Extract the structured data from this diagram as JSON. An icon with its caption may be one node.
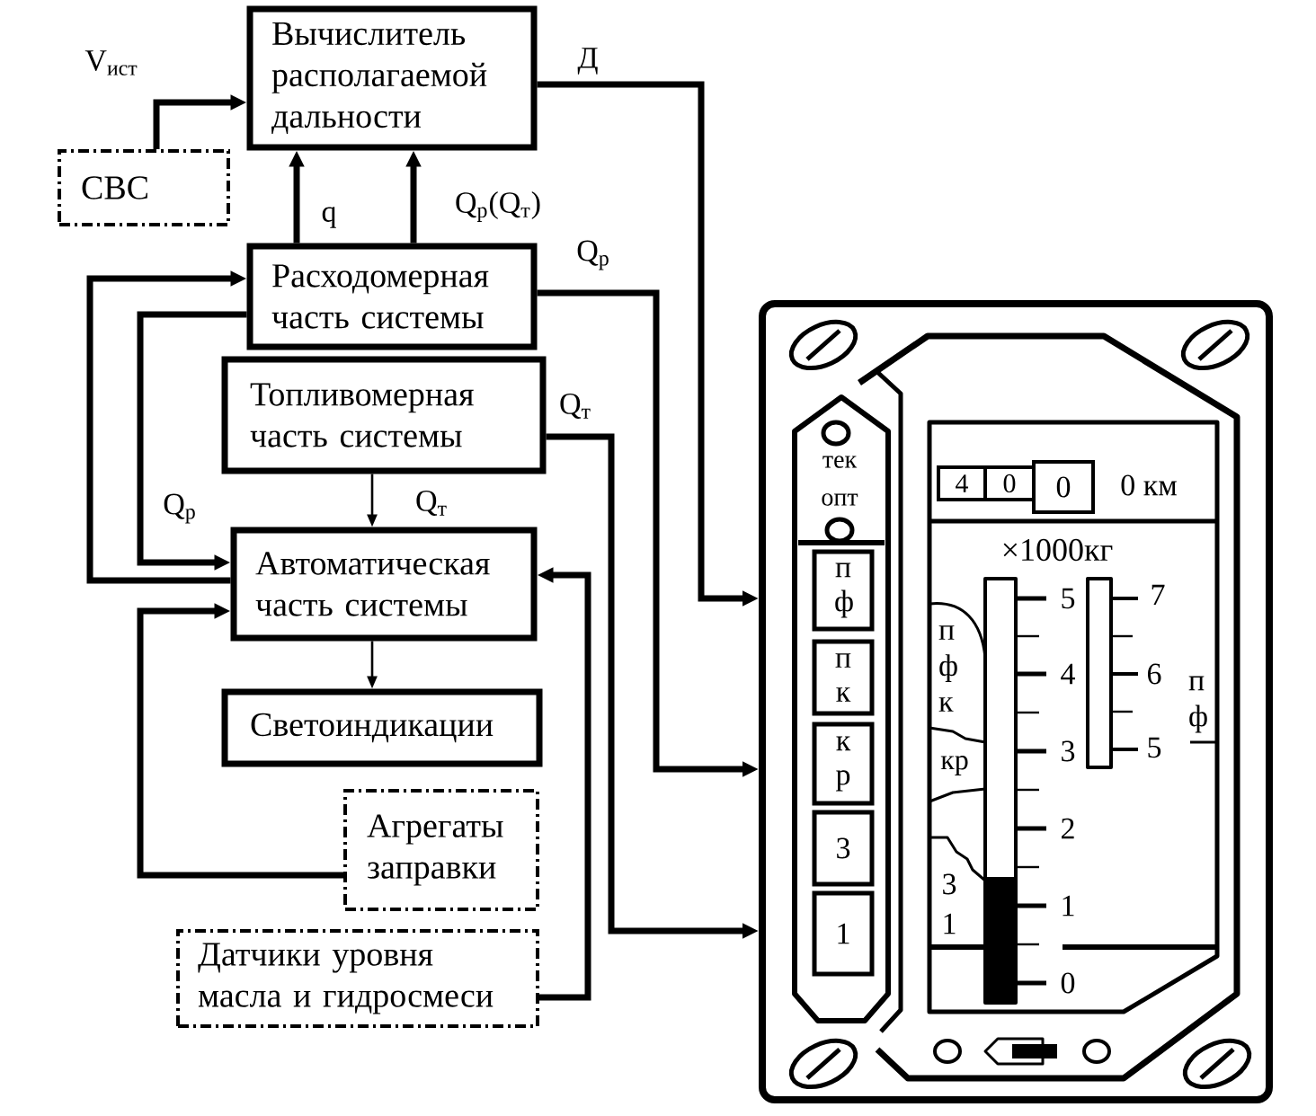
{
  "diagram": {
    "nodes": [
      {
        "text": [
          "Вычислитель располагаемой дальности"
        ]
      },
      {
        "text": [
          "СВС"
        ]
      },
      {
        "text": [
          "Расходомерная часть системы"
        ]
      },
      {
        "text": [
          "Топливомерная часть системы"
        ]
      },
      {
        "text": [
          "Автоматическая часть системы"
        ]
      },
      {
        "text": [
          "Светоиндикации"
        ]
      },
      {
        "text": [
          "Агрегаты заправки"
        ]
      },
      {
        "text": [
          "Датчики уровня масла и гидросмеси"
        ]
      },
      {
        "text": [],
        "shape": "picture"
      },
      {
        "text": [
          "4"
        ],
        "in": 8
      },
      {
        "text": [
          "0"
        ],
        "in": 8
      },
      {
        "text": [
          "0"
        ],
        "in": 8
      },
      {
        "text": [
          "п ф"
        ],
        "in": 8
      },
      {
        "text": [
          "п к"
        ],
        "in": 8
      },
      {
        "text": [
          "к р"
        ],
        "in": 8
      },
      {
        "text": [
          "3"
        ],
        "in": 8
      },
      {
        "text": [
          "1"
        ],
        "in": 8
      }
    ],
    "edges": [
      {
        "from": 1,
        "to": 0,
        "arrow": "to",
        "label": "V$_{ист}$"
      },
      {
        "from": 2,
        "to": 0,
        "arrow": "to",
        "label": "q"
      },
      {
        "from": 2,
        "to": 0,
        "arrow": "to",
        "label": "Q$_{р}$(Q$_{т}$)"
      },
      {
        "from": 0,
        "to": 8,
        "arrow": "to",
        "label": "Д"
      },
      {
        "from": 4,
        "to": 2,
        "arrow": "to"
      },
      {
        "from": 2,
        "to": 4,
        "arrow": "to",
        "label": "Q$_{р}$"
      },
      {
        "from": 2,
        "to": 8,
        "arrow": "to",
        "label": "Q$_{р}$"
      },
      {
        "from": 3,
        "to": 8,
        "arrow": "to",
        "label": "Q$_{т}$"
      },
      {
        "from": 3,
        "to": 4,
        "arrow": "to",
        "label": "Q$_{т}$"
      },
      {
        "from": 4,
        "to": 5,
        "arrow": "to"
      },
      {
        "from": 6,
        "to": 4,
        "arrow": "to"
      },
      {
        "from": 7,
        "to": 4,
        "arrow": "to"
      }
    ],
    "labels": [
      "тек",
      "опт",
      "0 км",
      "×1000кг",
      "п ф к",
      "кр",
      "3",
      "1",
      "5",
      "4",
      "3",
      "2",
      "1",
      "0",
      "7",
      "6",
      "5",
      "п ф"
    ]
  }
}
